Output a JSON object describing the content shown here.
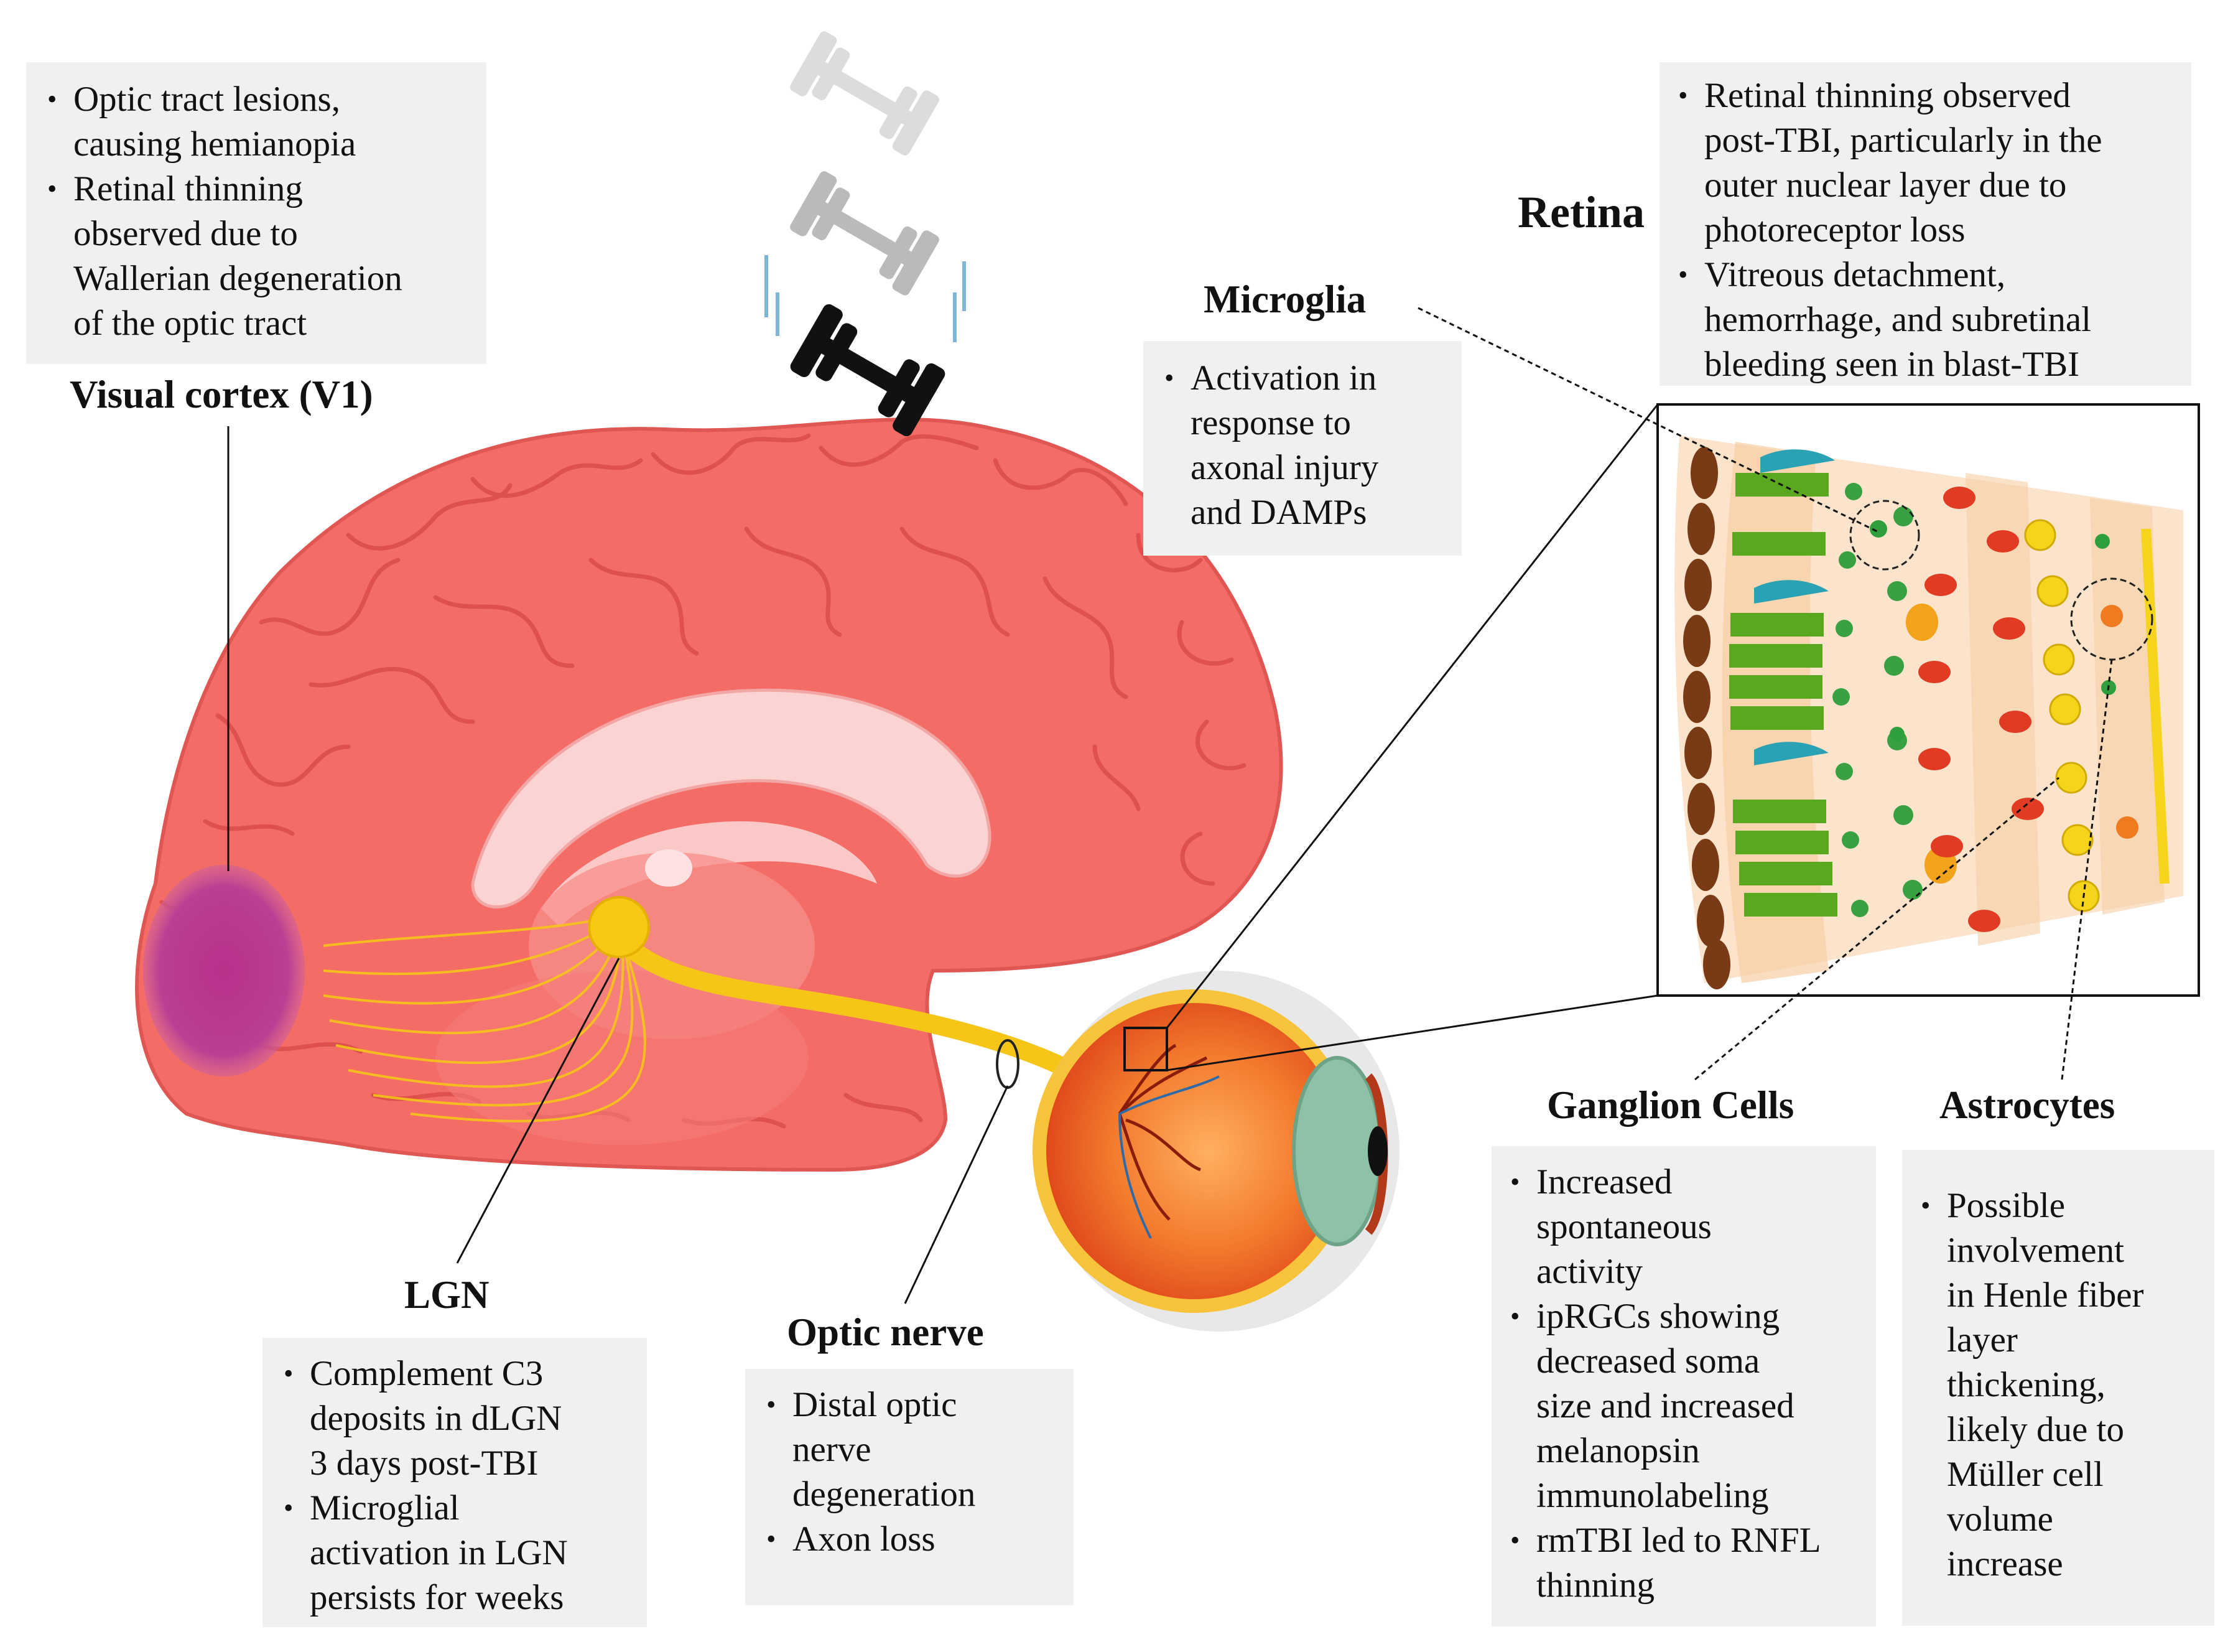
{
  "labels": {
    "visual_cortex": "Visual cortex (V1)",
    "lgn": "LGN",
    "optic_nerve": "Optic nerve",
    "microglia": "Microglia",
    "retina": "Retina",
    "ganglion_cells": "Ganglion Cells",
    "astrocytes": "Astrocytes"
  },
  "notes": {
    "visual_cortex": [
      [
        "Optic tract lesions,",
        "causing hemianopia"
      ],
      [
        "Retinal thinning",
        "observed due to",
        "Wallerian degeneration",
        "of the optic tract"
      ]
    ],
    "microglia": [
      [
        "Activation in",
        "response to",
        "axonal injury",
        "and DAMPs"
      ]
    ],
    "retina": [
      [
        "Retinal thinning observed",
        "post-TBI, particularly in the",
        "outer nuclear layer due to",
        "photoreceptor loss"
      ],
      [
        "Vitreous detachment,",
        "hemorrhage, and subretinal",
        "bleeding seen in blast-TBI"
      ]
    ],
    "lgn": [
      [
        "Complement C3",
        "deposits in dLGN",
        "3 days post-TBI"
      ],
      [
        "Microglial",
        "activation in LGN",
        "persists for weeks"
      ]
    ],
    "optic_nerve": [
      [
        "Distal optic",
        "nerve",
        "degeneration"
      ],
      [
        "Axon loss"
      ]
    ],
    "ganglion_cells": [
      [
        "Increased",
        "spontaneous",
        "activity"
      ],
      [
        "ipRGCs showing",
        "decreased soma",
        "size and increased",
        "melanopsin",
        "immunolabeling"
      ],
      [
        "rmTBI led to RNFL",
        "thinning"
      ]
    ],
    "astrocytes": [
      [
        "Possible",
        "involvement",
        "in Henle fiber",
        "layer",
        "thickening,",
        "likely due to",
        "Müller cell",
        "volume",
        "increase"
      ]
    ]
  },
  "colors": {
    "brain": "#f46c66",
    "brain_dark": "#d9504c",
    "v1": "#b93a8f",
    "optic_pathway": "#f5c518",
    "eye": "#f0702a",
    "box_bg": "#f0f0f0"
  },
  "icons": [
    "dumbbell-icon",
    "dumbbell-icon",
    "dumbbell-icon"
  ]
}
